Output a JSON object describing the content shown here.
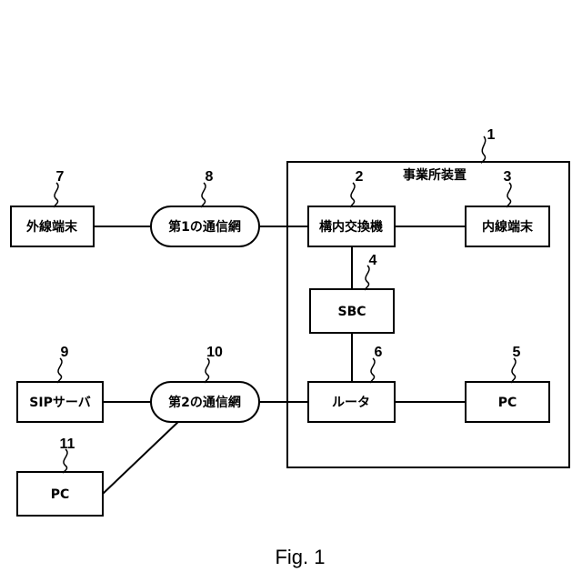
{
  "diagram": {
    "office_label": "事業所装置",
    "nodes": {
      "office_device": {
        "ref": "1"
      },
      "pbx": {
        "label": "構内交換機",
        "ref": "2"
      },
      "extension_terminal": {
        "label": "内線端末",
        "ref": "3"
      },
      "sbc": {
        "label": "SBC",
        "ref": "4"
      },
      "pc_internal": {
        "label": "PC",
        "ref": "5"
      },
      "router": {
        "label": "ルータ",
        "ref": "6"
      },
      "external_terminal": {
        "label": "外線端末",
        "ref": "7"
      },
      "network1": {
        "label": "第1の通信網",
        "ref": "8"
      },
      "sip_server": {
        "label": "SIPサーバ",
        "ref": "9"
      },
      "network2": {
        "label": "第2の通信網",
        "ref": "10"
      },
      "pc_external": {
        "label": "PC",
        "ref": "11"
      }
    },
    "connections": [
      [
        "external_terminal",
        "network1"
      ],
      [
        "network1",
        "pbx"
      ],
      [
        "pbx",
        "extension_terminal"
      ],
      [
        "pbx",
        "sbc"
      ],
      [
        "sbc",
        "router"
      ],
      [
        "router",
        "pc_internal"
      ],
      [
        "sip_server",
        "network2"
      ],
      [
        "network2",
        "router"
      ],
      [
        "network2",
        "pc_external"
      ]
    ]
  },
  "caption": "Fig. 1"
}
